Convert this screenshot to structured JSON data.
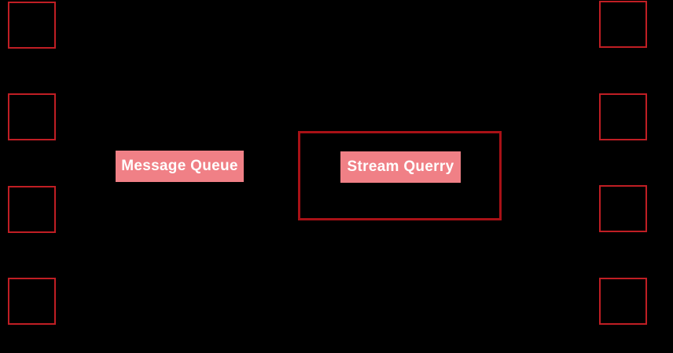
{
  "labels": {
    "message_queue": "Message Queue",
    "stream_query": "Stream Querry"
  },
  "colors": {
    "background": "#000000",
    "node_border": "#C01E24",
    "box_border": "#A81116",
    "pill_bg": "#F08086",
    "pill_text": "#FFFFFF"
  },
  "nodes": {
    "left_count": 4,
    "right_count": 4
  }
}
